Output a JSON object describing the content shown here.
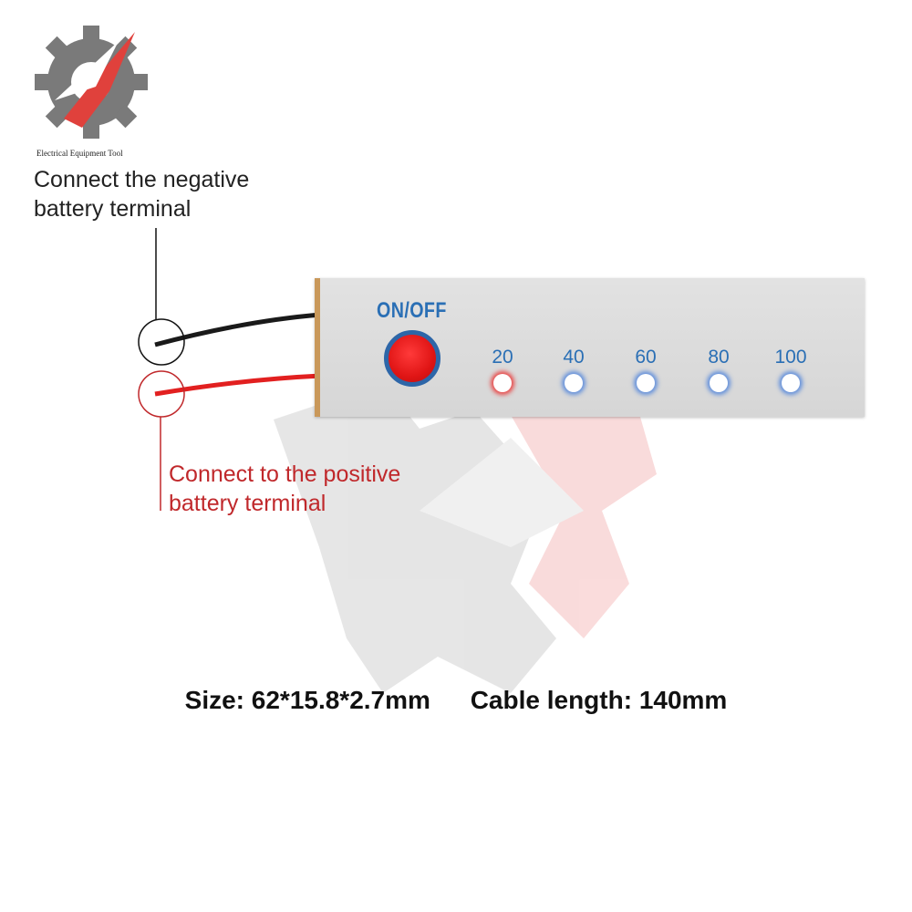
{
  "logo": {
    "caption": "Electrical Equipment Tool",
    "icon": "gear-logo-icon",
    "colors": {
      "gray": "#777777",
      "red": "#e0413c"
    }
  },
  "annotations": {
    "negative": {
      "line1": "Connect the negative",
      "line2": "battery terminal",
      "color": "#222222"
    },
    "positive": {
      "line1": "Connect to the positive",
      "line2": "battery terminal",
      "color": "#c0282b"
    }
  },
  "board": {
    "button_label": "ON/OFF",
    "accent": "#2a6fb5",
    "leds": [
      {
        "label": "20",
        "color": "red"
      },
      {
        "label": "40",
        "color": "blue"
      },
      {
        "label": "60",
        "color": "blue"
      },
      {
        "label": "80",
        "color": "blue"
      },
      {
        "label": "100",
        "color": "blue"
      }
    ]
  },
  "specs": {
    "size": "Size: 62*15.8*2.7mm",
    "cable": "Cable length: 140mm"
  }
}
